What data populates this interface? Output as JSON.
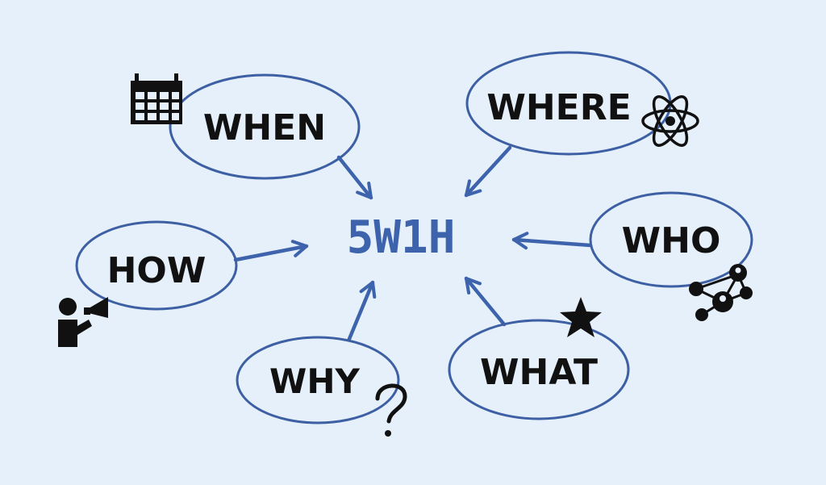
{
  "center_label": "5W1H",
  "colors": {
    "background": "#e6f0fa",
    "accent": "#3d63ad",
    "ellipse_stroke": "#3d5fa3",
    "text": "#111111"
  },
  "nodes": [
    {
      "id": "when",
      "label": "WHEN",
      "icon": "calendar-icon"
    },
    {
      "id": "where",
      "label": "WHERE",
      "icon": "atom-icon"
    },
    {
      "id": "who",
      "label": "WHO",
      "icon": "network-people-icon"
    },
    {
      "id": "what",
      "label": "WHAT",
      "icon": "star-icon"
    },
    {
      "id": "why",
      "label": "WHY",
      "icon": "question-mark-icon"
    },
    {
      "id": "how",
      "label": "HOW",
      "icon": "megaphone-person-icon"
    }
  ]
}
